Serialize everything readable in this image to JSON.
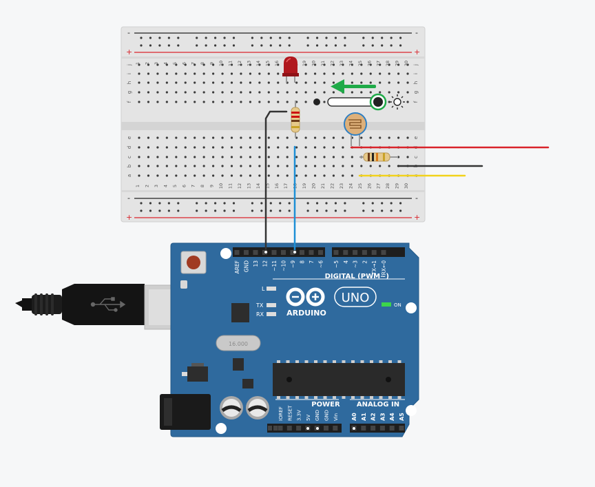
{
  "breadboard": {
    "columns": [
      "1",
      "2",
      "3",
      "4",
      "5",
      "6",
      "7",
      "8",
      "9",
      "10",
      "11",
      "12",
      "13",
      "14",
      "15",
      "16",
      "17",
      "18",
      "19",
      "20",
      "21",
      "22",
      "23",
      "24",
      "25",
      "26",
      "27",
      "28",
      "29",
      "30"
    ],
    "top_rows": [
      "j",
      "i",
      "h",
      "g",
      "f"
    ],
    "bottom_rows": [
      "e",
      "d",
      "c",
      "b",
      "a"
    ],
    "rail_minus": "-",
    "rail_plus": "+"
  },
  "arduino": {
    "logo_text": "ARDUINO",
    "model": "UNO",
    "digital_header_label": "DIGITAL (PWM~)",
    "digital_pins": [
      "AREF",
      "GND",
      "13",
      "12",
      "~11",
      "~10",
      "~9",
      "8",
      "7",
      "~6",
      "~5",
      "4",
      "~3",
      "2",
      "TX→1",
      "RX←0"
    ],
    "led_labels": {
      "l": "L",
      "tx": "TX",
      "rx": "RX",
      "on": "ON"
    },
    "power_header_label": "POWER",
    "power_pins": [
      "IOREF",
      "RESET",
      "3.3V",
      "5V",
      "GND",
      "GND",
      "Vin"
    ],
    "analog_header_label": "ANALOG IN",
    "analog_pins": [
      "A0",
      "A1",
      "A2",
      "A3",
      "A4",
      "A5"
    ],
    "crystal_label": "16.000"
  },
  "colors": {
    "board_blue": "#2f6a9e",
    "wire_red": "#d9232a",
    "wire_black": "#333333",
    "wire_yellow": "#f2d21b",
    "wire_blue": "#1d8fd6",
    "slider_arrow": "#1faa48",
    "rail_red": "#d9232a"
  }
}
